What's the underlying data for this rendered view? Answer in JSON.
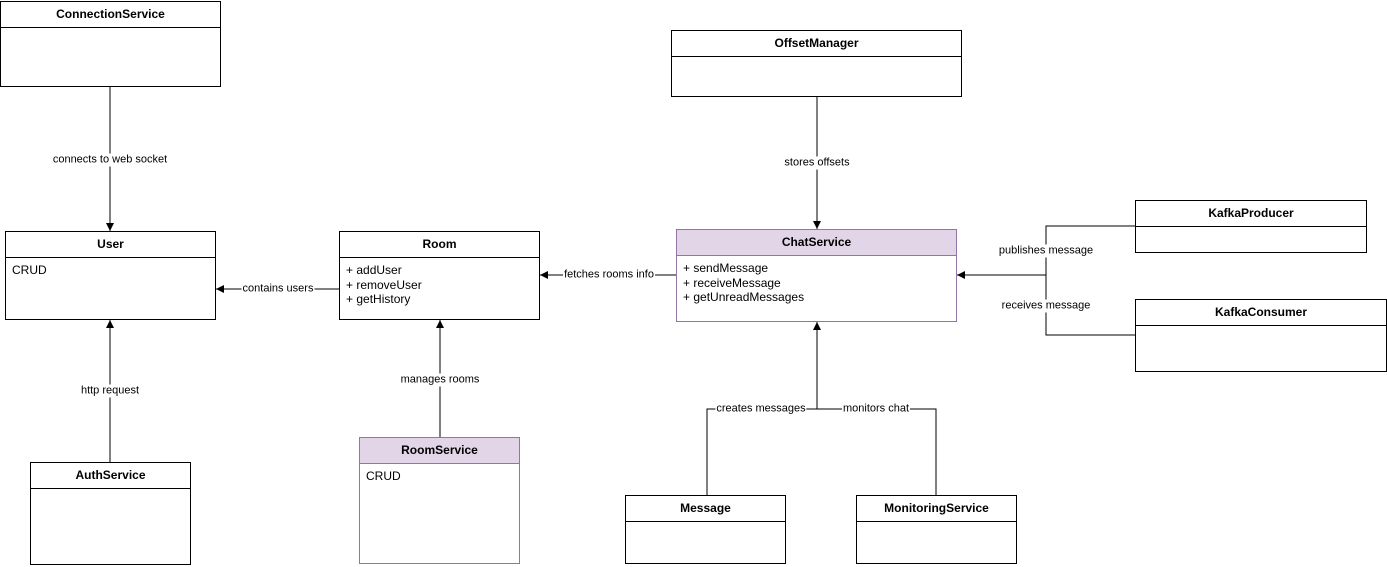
{
  "classes": {
    "connection_service": {
      "name": "ConnectionService",
      "members": []
    },
    "user": {
      "name": "User",
      "members": [
        "CRUD"
      ]
    },
    "room": {
      "name": "Room",
      "members": [
        "+ addUser",
        "+ removeUser",
        "+ getHistory"
      ]
    },
    "auth_service": {
      "name": "AuthService",
      "members": []
    },
    "room_service": {
      "name": "RoomService",
      "members": [
        "CRUD"
      ]
    },
    "offset_manager": {
      "name": "OffsetManager",
      "members": []
    },
    "chat_service": {
      "name": "ChatService",
      "members": [
        "+ sendMessage",
        "+ receiveMessage",
        "+ getUnreadMessages"
      ]
    },
    "kafka_producer": {
      "name": "KafkaProducer",
      "members": []
    },
    "kafka_consumer": {
      "name": "KafkaConsumer",
      "members": []
    },
    "message": {
      "name": "Message",
      "members": []
    },
    "monitoring_service": {
      "name": "MonitoringService",
      "members": []
    }
  },
  "edge_labels": {
    "connects": "connects to web socket",
    "contains_users": "contains users",
    "http_request": "http request",
    "fetches_rooms": "fetches rooms info",
    "manages_rooms": "manages rooms",
    "stores_offsets": "stores offsets",
    "publishes": "publishes message",
    "receives": "receives message",
    "creates_messages": "creates messages",
    "monitors_chat": "monitors chat"
  },
  "colors": {
    "highlight_fill": "#e1d5e7",
    "highlight_stroke": "#9673a6",
    "line": "#000000"
  }
}
